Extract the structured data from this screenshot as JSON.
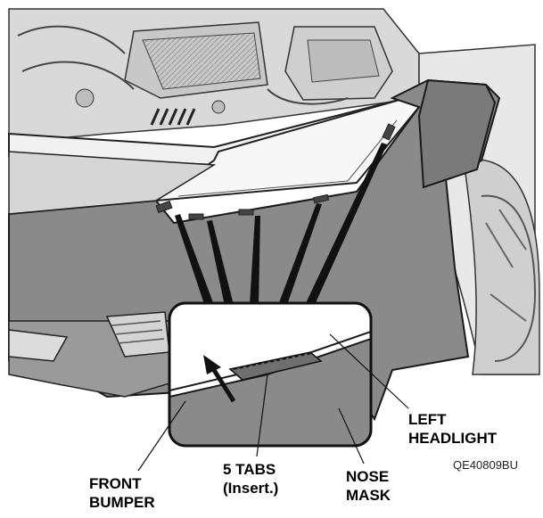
{
  "labels": {
    "left_headlight_line1": "LEFT",
    "left_headlight_line2": "HEADLIGHT",
    "front_bumper_line1": "FRONT",
    "front_bumper_line2": "BUMPER",
    "tabs_line1": "5 TABS",
    "tabs_line2": "(Insert.)",
    "nose_mask_line1": "NOSE",
    "nose_mask_line2": "MASK"
  },
  "figure_code": "QE40809BU",
  "colors": {
    "mask_fill": "#8a8a8a",
    "line": "#1a1a1a",
    "body_light": "#e6e6e6",
    "body_mid": "#bdbdbd"
  }
}
